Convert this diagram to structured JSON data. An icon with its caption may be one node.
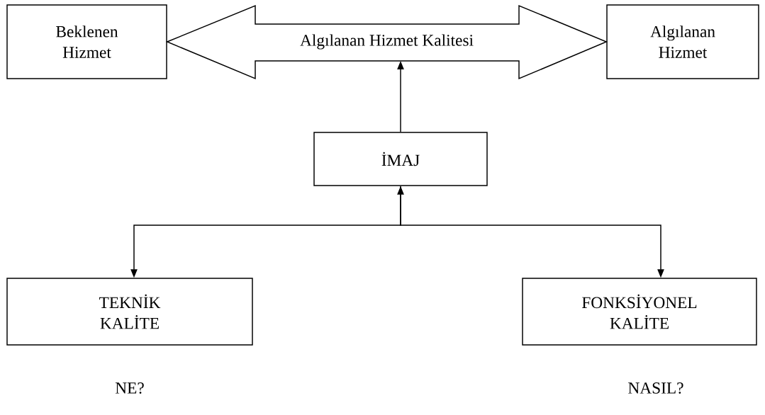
{
  "diagram": {
    "nodes": [
      {
        "text": [
          "Beklenen Hizmet"
        ]
      },
      {
        "text": [
          "Algılanan Hizmet"
        ]
      },
      {
        "text": [
          "İMAJ"
        ]
      },
      {
        "text": [
          "TEKNİK KALİTE"
        ],
        "beside": [
          "NE?"
        ]
      },
      {
        "text": [
          "FONKSİYONEL KALİTE"
        ],
        "beside": [
          "NASIL?"
        ]
      }
    ],
    "edges": [
      {
        "from": 0,
        "to": 1,
        "arrow": "both",
        "label": "Algılanan Hizmet Kalitesi",
        "style": "thick"
      },
      {
        "from": 2,
        "to": null,
        "arrow": "to"
      },
      {
        "from": 2,
        "to": 3,
        "arrow": "both"
      },
      {
        "from": 2,
        "to": 4,
        "arrow": "to"
      }
    ]
  }
}
